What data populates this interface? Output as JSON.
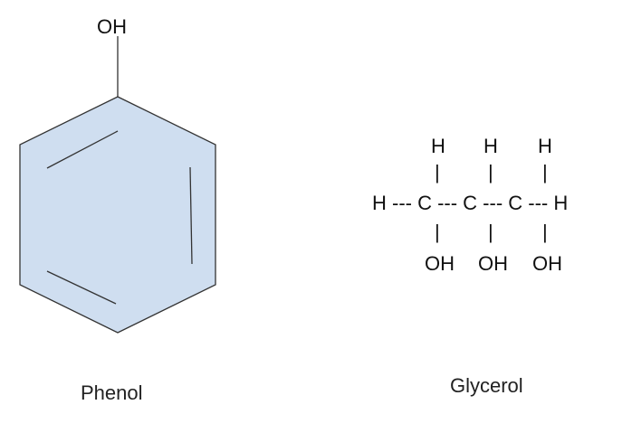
{
  "phenol": {
    "caption": "Phenol",
    "hydroxyl_label": "OH",
    "ring_fill": "#cfdef0",
    "stroke": "#333333"
  },
  "glycerol": {
    "caption": "Glycerol",
    "h_top_1": "H",
    "h_top_2": "H",
    "h_top_3": "H",
    "row_text_left": "H --- C --- C --- C --- H",
    "bar_1": "|",
    "bar_2": "|",
    "bar_3": "|",
    "bar_4": "|",
    "bar_5": "|",
    "bar_6": "|",
    "oh_1": "OH",
    "oh_2": "OH",
    "oh_3": "OH"
  }
}
